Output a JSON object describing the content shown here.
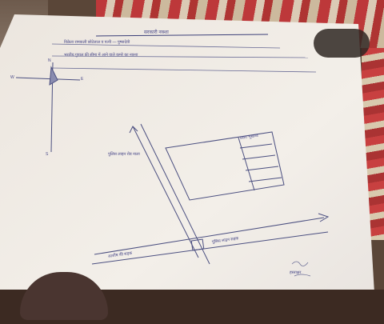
{
  "sketch": {
    "title": "सरकारी नक्शा",
    "header_line1": "विक्रेता रामकली छोटेलाल व पत्नी — पुष्पादेवी",
    "header_line2": "भरतीय गुपाल की सीमा में आने वाले कमरे का नक्शा",
    "compass_n": "N",
    "compass_s": "S",
    "compass_e": "E",
    "compass_w": "W",
    "road_vertical_label": "पुलिस लाइन रोड नाला",
    "road_horizontal_left": "आशीष की सड़क",
    "road_horizontal_right": "पुलिस लाइन सड़क",
    "plot_label_top": "प्रस्ता भूखण्ड",
    "signature": "हस्ताक्षर"
  }
}
